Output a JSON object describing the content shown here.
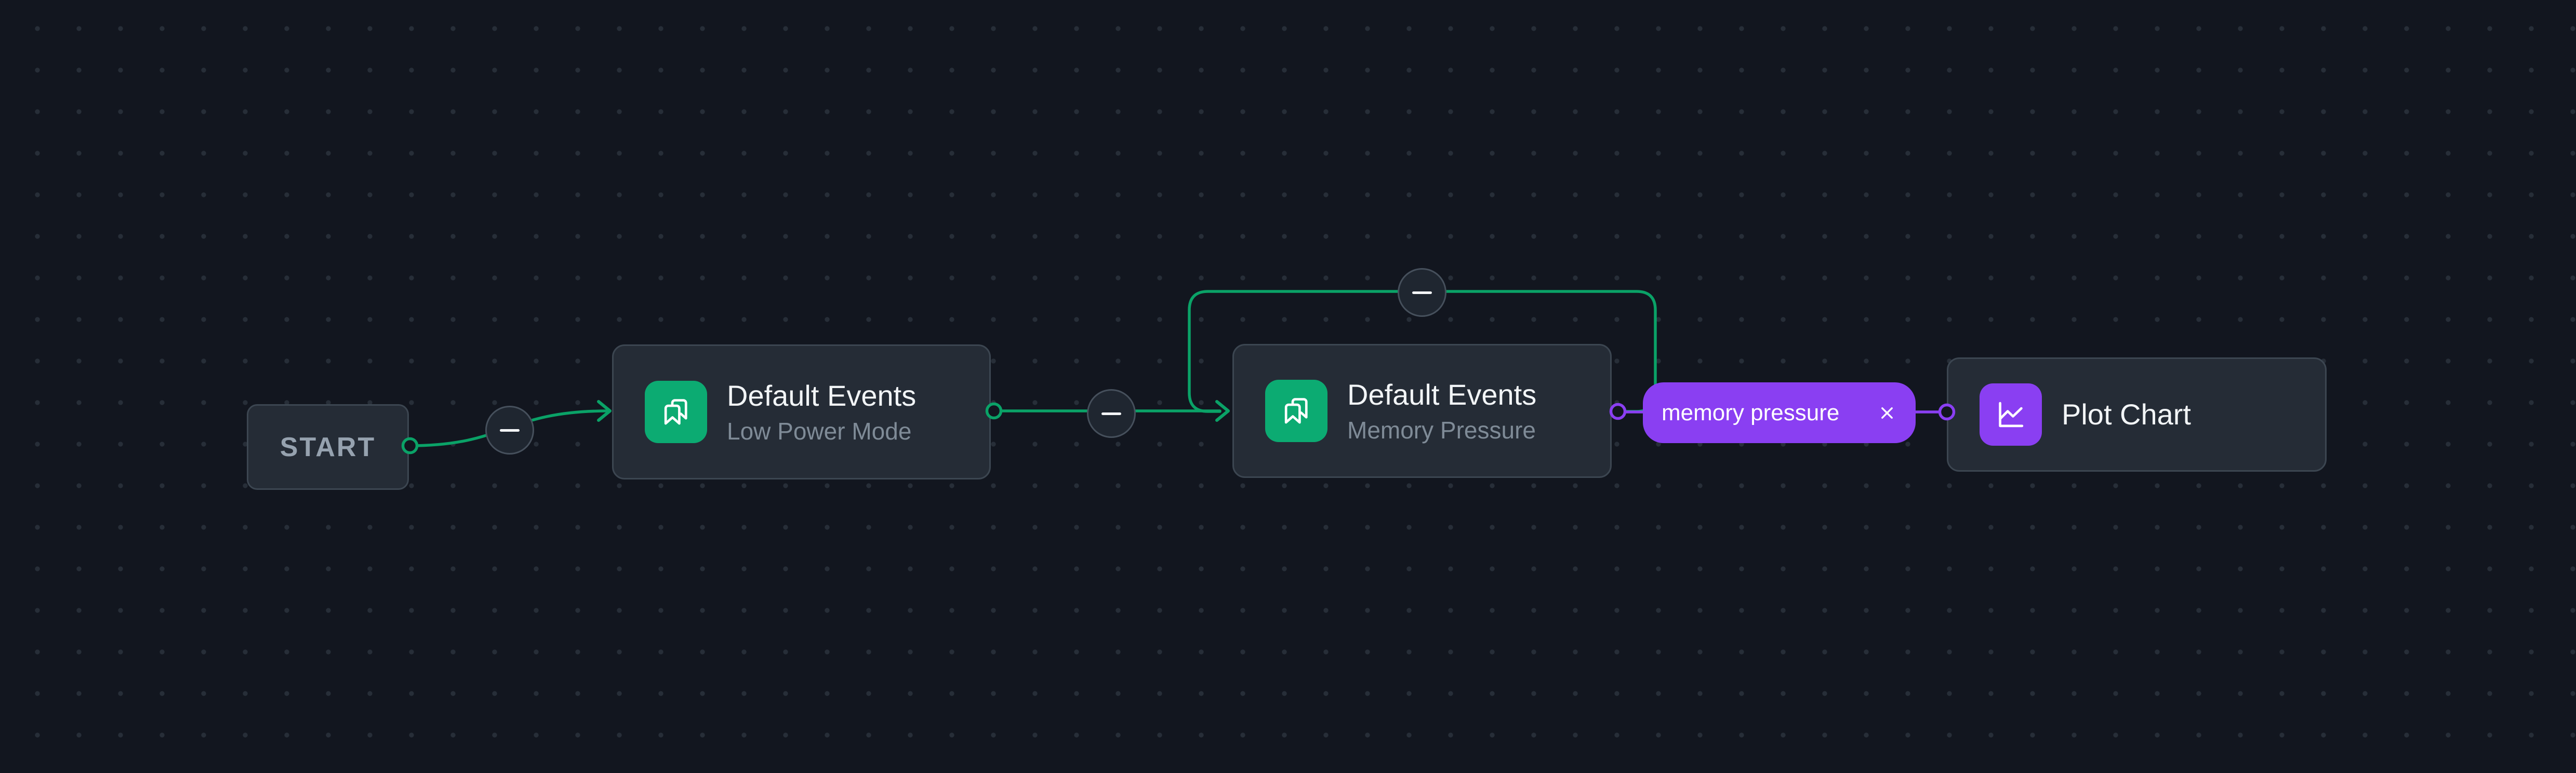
{
  "app": {
    "description": "node-flow-editor-canvas",
    "colors": {
      "canvas_bg": "#12161f",
      "dot_grid": "#272e38",
      "node_fill": "#252c36",
      "node_border": "#3c4651",
      "edge_green": "#0aa267",
      "edge_purple": "#8a3ff2",
      "icon_green_bg": "#0cab72",
      "icon_purple_bg": "#8a3ff2",
      "title_text": "#f2f5f7",
      "subtitle_text": "#7f8b97",
      "start_text": "#96a2af"
    }
  },
  "nodes": {
    "start": {
      "label": "START"
    },
    "low_power": {
      "title": "Default Events",
      "subtitle": "Low Power Mode",
      "icon": "bookmarks-icon"
    },
    "memory_pressure": {
      "title": "Default Events",
      "subtitle": "Memory Pressure",
      "icon": "bookmarks-icon"
    },
    "plot_chart": {
      "title": "Plot Chart",
      "icon": "line-chart-icon"
    }
  },
  "edge_label": {
    "text": "memory pressure",
    "close_icon": "x-icon"
  },
  "edge_buttons": [
    {
      "icon": "minus-icon",
      "purpose": "collapse-edge-start-to-low-power"
    },
    {
      "icon": "minus-icon",
      "purpose": "collapse-edge-low-power-to-memory-pressure"
    },
    {
      "icon": "minus-icon",
      "purpose": "collapse-self-loop-memory-pressure"
    }
  ]
}
